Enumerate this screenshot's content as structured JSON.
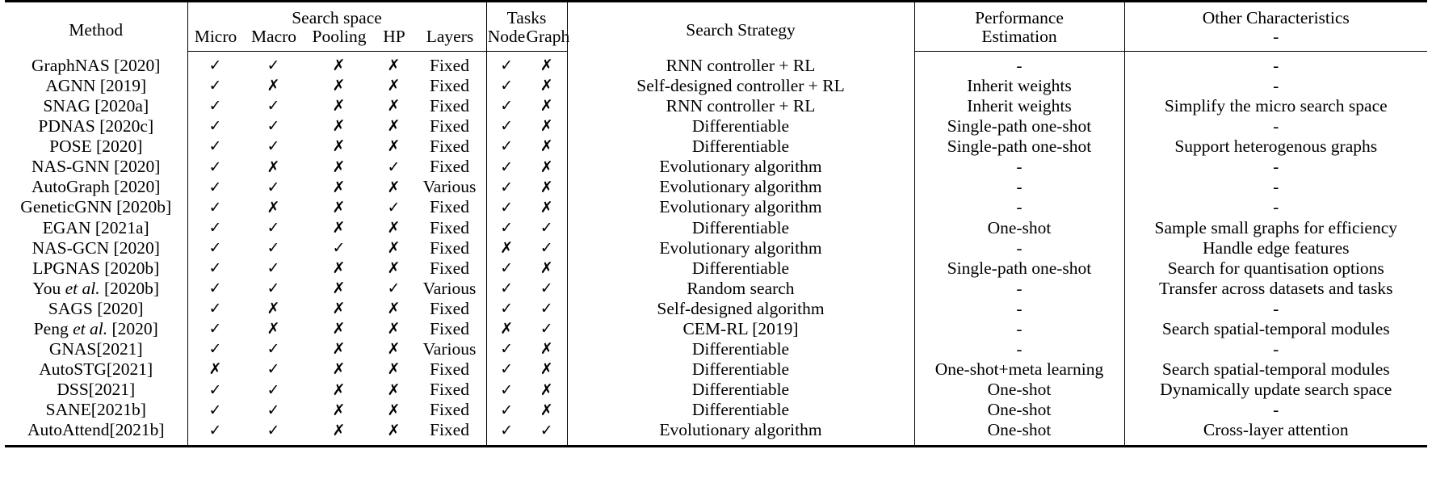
{
  "table": {
    "headers": {
      "method": "Method",
      "search_space_group": "Search space",
      "search_space_sub": [
        "Micro",
        "Macro",
        "Pooling",
        "HP",
        "Layers"
      ],
      "tasks_group": "Tasks",
      "tasks_sub": [
        "Node",
        "Graph"
      ],
      "search_strategy": "Search Strategy",
      "performance_estimation_line1": "Performance",
      "performance_estimation_line2": "Estimation",
      "other_characteristics": "Other Characteristics",
      "other_characteristics_sub": "-"
    },
    "marks": {
      "yes": "✓",
      "no": "✗"
    },
    "rows": [
      {
        "method": "GraphNAS [2020]",
        "micro": "✓",
        "macro": "✓",
        "pooling": "✗",
        "hp": "✗",
        "layers": "Fixed",
        "node": "✓",
        "graph": "✗",
        "strategy": "RNN controller + RL",
        "performance": "-",
        "other": "-"
      },
      {
        "method": "AGNN [2019]",
        "micro": "✓",
        "macro": "✗",
        "pooling": "✗",
        "hp": "✗",
        "layers": "Fixed",
        "node": "✓",
        "graph": "✗",
        "strategy": "Self-designed controller + RL",
        "performance": "Inherit weights",
        "other": "-"
      },
      {
        "method": "SNAG [2020a]",
        "micro": "✓",
        "macro": "✓",
        "pooling": "✗",
        "hp": "✗",
        "layers": "Fixed",
        "node": "✓",
        "graph": "✗",
        "strategy": "RNN controller + RL",
        "performance": "Inherit weights",
        "other": "Simplify the micro search space"
      },
      {
        "method": "PDNAS [2020c]",
        "micro": "✓",
        "macro": "✓",
        "pooling": "✗",
        "hp": "✗",
        "layers": "Fixed",
        "node": "✓",
        "graph": "✗",
        "strategy": "Differentiable",
        "performance": "Single-path one-shot",
        "other": "-"
      },
      {
        "method": "POSE [2020]",
        "micro": "✓",
        "macro": "✓",
        "pooling": "✗",
        "hp": "✗",
        "layers": "Fixed",
        "node": "✓",
        "graph": "✗",
        "strategy": "Differentiable",
        "performance": "Single-path one-shot",
        "other": "Support heterogenous graphs"
      },
      {
        "method": "NAS-GNN [2020]",
        "micro": "✓",
        "macro": "✗",
        "pooling": "✗",
        "hp": "✓",
        "layers": "Fixed",
        "node": "✓",
        "graph": "✗",
        "strategy": "Evolutionary algorithm",
        "performance": "-",
        "other": "-"
      },
      {
        "method": "AutoGraph [2020]",
        "micro": "✓",
        "macro": "✓",
        "pooling": "✗",
        "hp": "✗",
        "layers": "Various",
        "node": "✓",
        "graph": "✗",
        "strategy": "Evolutionary algorithm",
        "performance": "-",
        "other": "-"
      },
      {
        "method": "GeneticGNN [2020b]",
        "micro": "✓",
        "macro": "✗",
        "pooling": "✗",
        "hp": "✓",
        "layers": "Fixed",
        "node": "✓",
        "graph": "✗",
        "strategy": "Evolutionary algorithm",
        "performance": "-",
        "other": "-"
      },
      {
        "method": "EGAN [2021a]",
        "micro": "✓",
        "macro": "✓",
        "pooling": "✗",
        "hp": "✗",
        "layers": "Fixed",
        "node": "✓",
        "graph": "✓",
        "strategy": "Differentiable",
        "performance": "One-shot",
        "other": "Sample small graphs for efficiency"
      },
      {
        "method": "NAS-GCN [2020]",
        "micro": "✓",
        "macro": "✓",
        "pooling": "✓",
        "hp": "✗",
        "layers": "Fixed",
        "node": "✗",
        "graph": "✓",
        "strategy": "Evolutionary algorithm",
        "performance": "-",
        "other": "Handle edge features"
      },
      {
        "method": "LPGNAS [2020b]",
        "micro": "✓",
        "macro": "✓",
        "pooling": "✗",
        "hp": "✗",
        "layers": "Fixed",
        "node": "✓",
        "graph": "✗",
        "strategy": "Differentiable",
        "performance": "Single-path one-shot",
        "other": "Search for quantisation options"
      },
      {
        "method": "You et al. [2020b]",
        "method_prefix": "You ",
        "method_italic": "et al.",
        "method_suffix": " [2020b]",
        "micro": "✓",
        "macro": "✓",
        "pooling": "✗",
        "hp": "✓",
        "layers": "Various",
        "node": "✓",
        "graph": "✓",
        "strategy": "Random search",
        "performance": "-",
        "other": "Transfer across datasets and tasks"
      },
      {
        "method": "SAGS [2020]",
        "micro": "✓",
        "macro": "✗",
        "pooling": "✗",
        "hp": "✗",
        "layers": "Fixed",
        "node": "✓",
        "graph": "✓",
        "strategy": "Self-designed algorithm",
        "performance": "-",
        "other": "-"
      },
      {
        "method": "Peng et al. [2020]",
        "method_prefix": "Peng ",
        "method_italic": "et al.",
        "method_suffix": " [2020]",
        "micro": "✓",
        "macro": "✗",
        "pooling": "✗",
        "hp": "✗",
        "layers": "Fixed",
        "node": "✗",
        "graph": "✓",
        "strategy": "CEM-RL [2019]",
        "performance": "-",
        "other": "Search spatial-temporal modules"
      },
      {
        "method": "GNAS[2021]",
        "micro": "✓",
        "macro": "✓",
        "pooling": "✗",
        "hp": "✗",
        "layers": "Various",
        "node": "✓",
        "graph": "✗",
        "strategy": "Differentiable",
        "performance": "-",
        "other": "-"
      },
      {
        "method": "AutoSTG[2021]",
        "micro": "✗",
        "macro": "✓",
        "pooling": "✗",
        "hp": "✗",
        "layers": "Fixed",
        "node": "✓",
        "graph": "✗",
        "strategy": "Differentiable",
        "performance": "One-shot+meta learning",
        "other": "Search spatial-temporal modules"
      },
      {
        "method": "DSS[2021]",
        "micro": "✓",
        "macro": "✓",
        "pooling": "✗",
        "hp": "✗",
        "layers": "Fixed",
        "node": "✓",
        "graph": "✗",
        "strategy": "Differentiable",
        "performance": "One-shot",
        "other": "Dynamically update search space"
      },
      {
        "method": "SANE[2021b]",
        "micro": "✓",
        "macro": "✓",
        "pooling": "✗",
        "hp": "✗",
        "layers": "Fixed",
        "node": "✓",
        "graph": "✗",
        "strategy": "Differentiable",
        "performance": "One-shot",
        "other": "-"
      },
      {
        "method": "AutoAttend[2021b]",
        "micro": "✓",
        "macro": "✓",
        "pooling": "✗",
        "hp": "✗",
        "layers": "Fixed",
        "node": "✓",
        "graph": "✓",
        "strategy": "Evolutionary algorithm",
        "performance": "One-shot",
        "other": "Cross-layer attention"
      }
    ]
  }
}
